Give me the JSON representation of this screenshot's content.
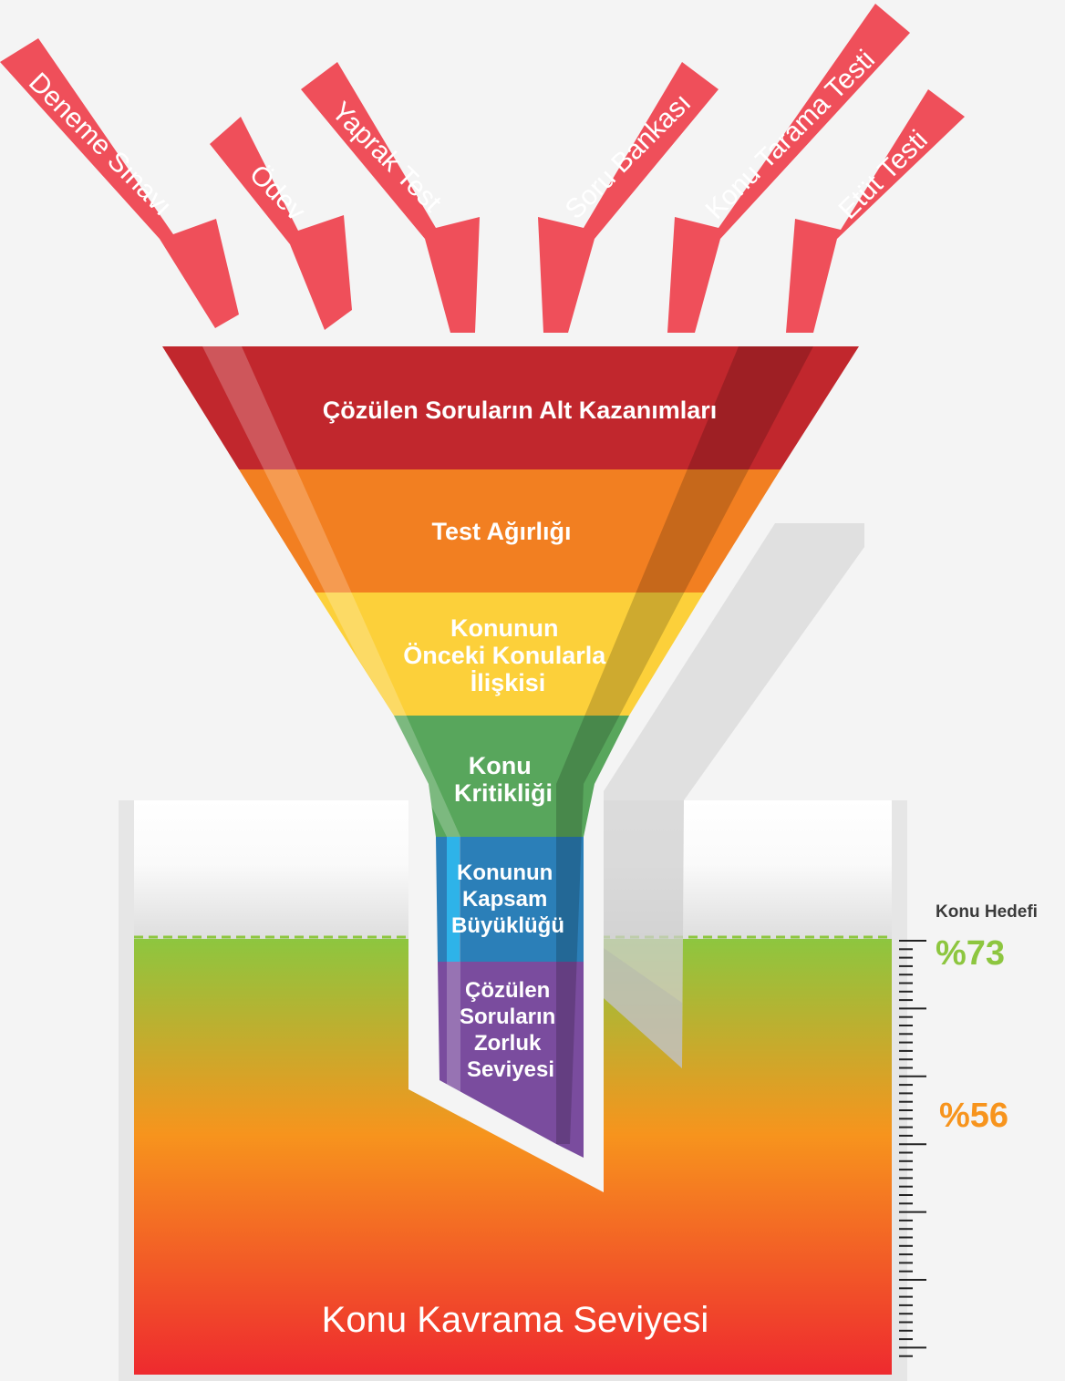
{
  "sources": [
    {
      "label": "Deneme Sınavı"
    },
    {
      "label": "Ödev"
    },
    {
      "label": "Yaprak Test"
    },
    {
      "label": "Soru Bankası"
    },
    {
      "label": "Konu Tarama Testi"
    },
    {
      "label": "Etüt Testi"
    }
  ],
  "funnel_layers": [
    {
      "lines": [
        "Çözülen Soruların Alt Kazanımları"
      ],
      "color": "#c1272d"
    },
    {
      "lines": [
        "Test Ağırlığı"
      ],
      "color": "#f27f21"
    },
    {
      "lines": [
        "Konunun",
        "Önceki Konularla",
        "İlişkisi"
      ],
      "color": "#fcd03a"
    },
    {
      "lines": [
        "Konu",
        "Kritikliği"
      ],
      "color": "#58a65c"
    },
    {
      "lines": [
        "Konunun",
        "Kapsam",
        "Büyüklüğü"
      ],
      "color": "#2b7fb8"
    },
    {
      "lines": [
        "Çözülen",
        "Soruların",
        "Zorluk",
        "Seviyesi"
      ],
      "color": "#7a4c9e"
    }
  ],
  "container": {
    "label": "Konu Kavrama Seviyesi",
    "goal_title": "Konu Hedefi",
    "goal_value": "%73",
    "goal_percent": 73,
    "current_value": "%56",
    "current_percent": 56
  },
  "colors": {
    "source_red": "#ef4f5a",
    "goal_green": "#8dc63f",
    "current_orange": "#f7941d",
    "fill_top": "#8dc63f",
    "fill_mid": "#f7941d",
    "fill_bottom": "#ee2a2f"
  }
}
